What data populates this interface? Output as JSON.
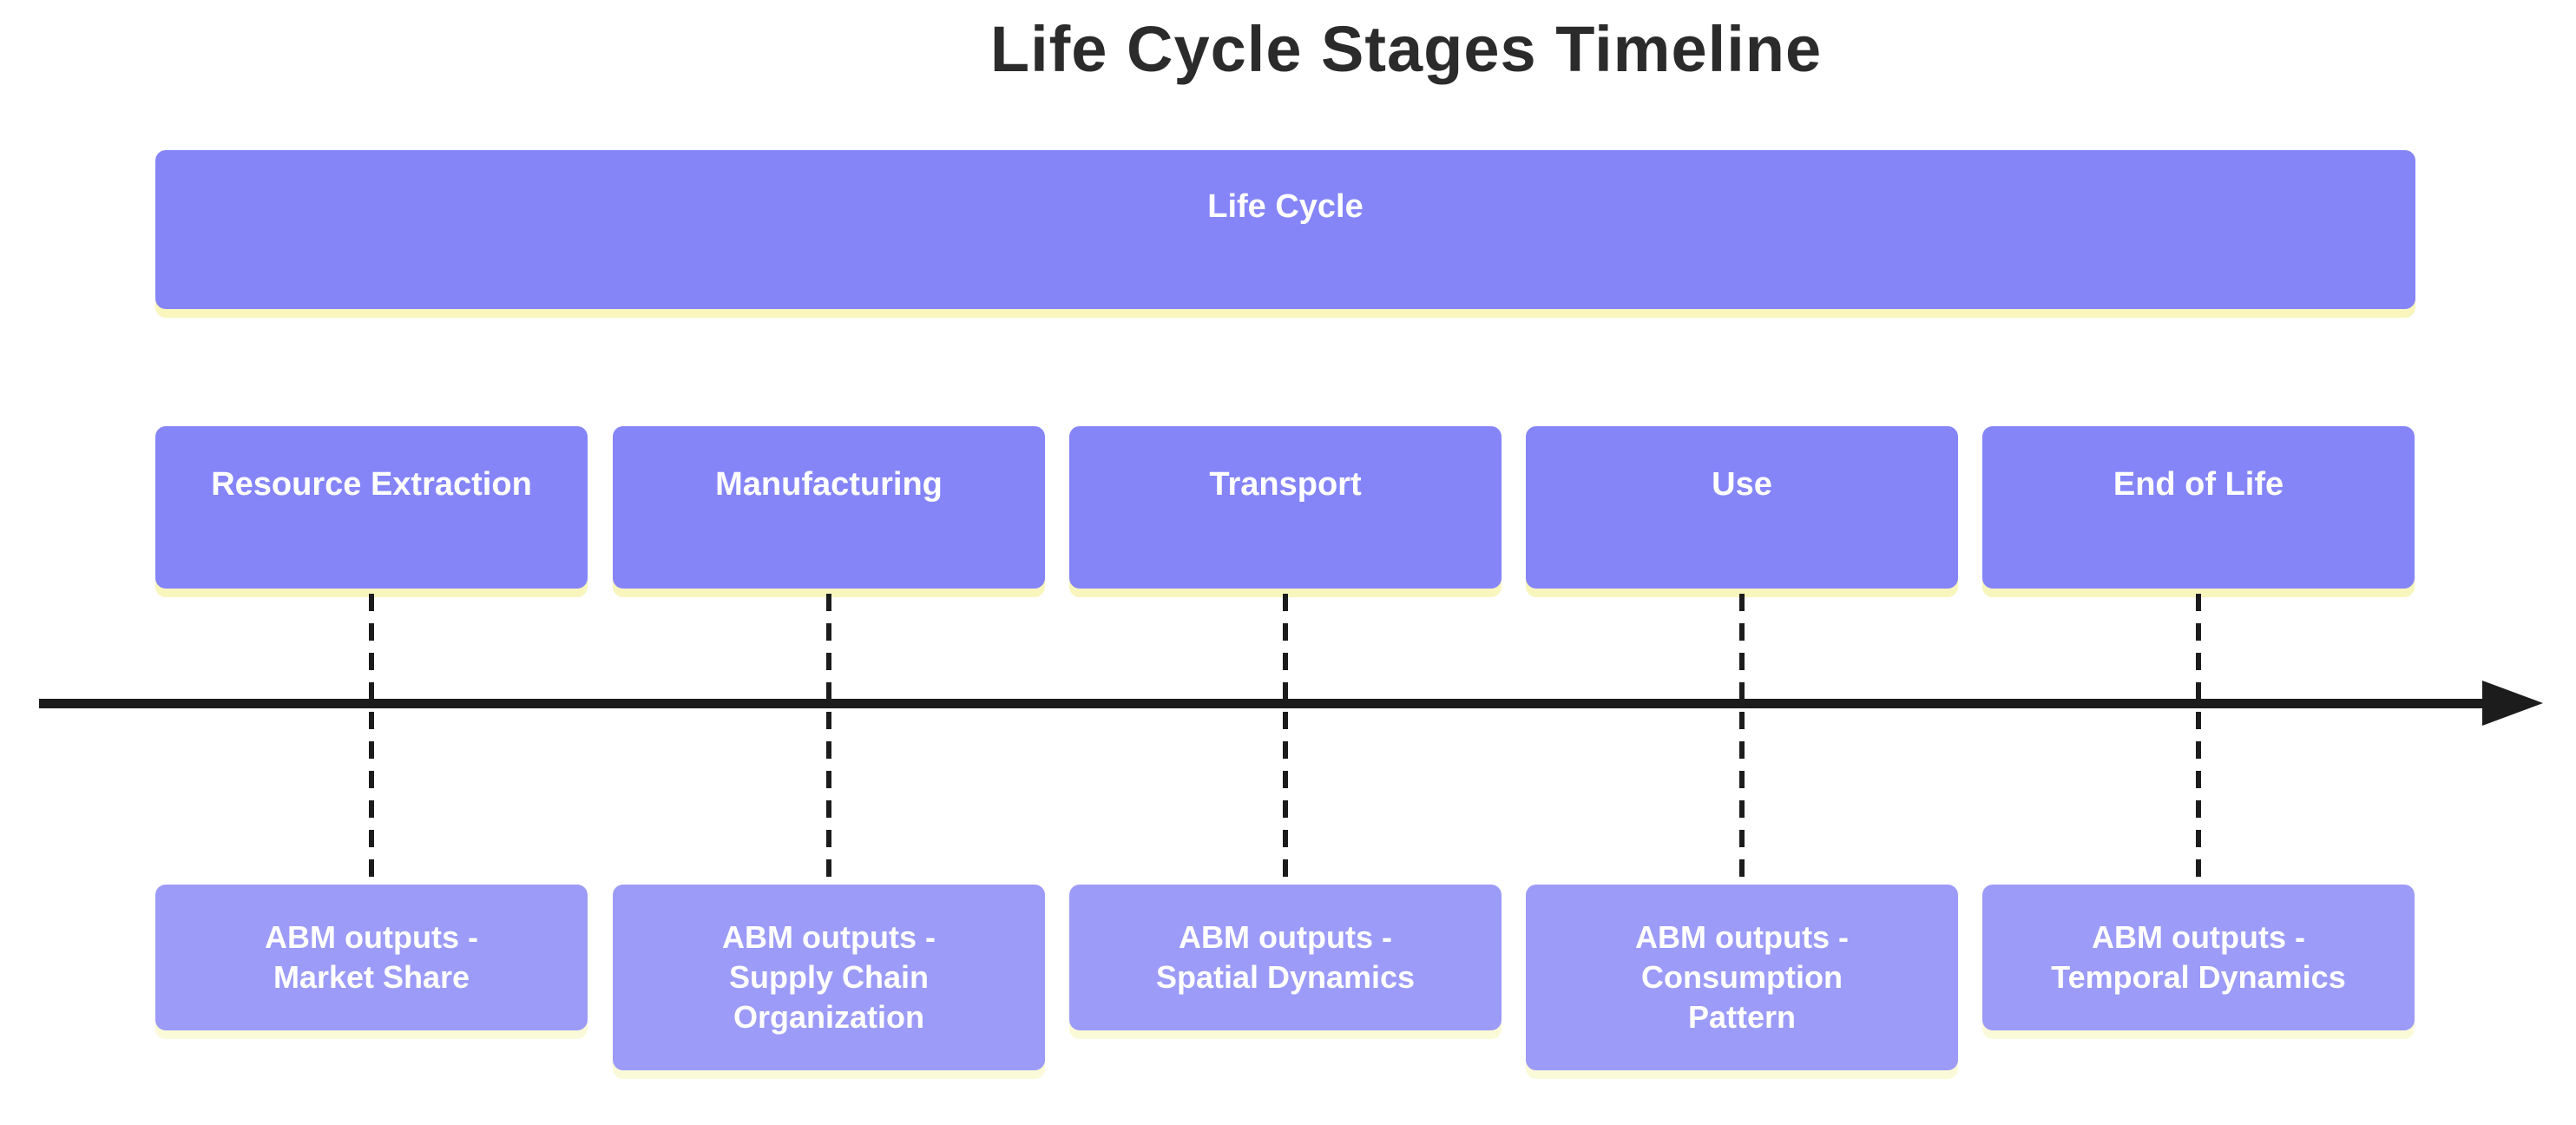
{
  "title": "Life Cycle Stages Timeline",
  "section": {
    "label": "Life Cycle"
  },
  "stages": [
    {
      "label": "Resource Extraction"
    },
    {
      "label": "Manufacturing"
    },
    {
      "label": "Transport"
    },
    {
      "label": "Use"
    },
    {
      "label": "End of Life"
    }
  ],
  "events": [
    {
      "label": "ABM outputs -\nMarket Share"
    },
    {
      "label": "ABM outputs -\nSupply Chain\nOrganization"
    },
    {
      "label": "ABM outputs -\nSpatial Dynamics"
    },
    {
      "label": "ABM outputs -\nConsumption\nPattern"
    },
    {
      "label": "ABM outputs -\nTemporal Dynamics"
    }
  ],
  "colors": {
    "section_fill": "#8585f8",
    "event_fill": "#9c9bf7",
    "section_shadow": "#f8f6bd",
    "event_shadow": "#fbfad8",
    "axis": "#1c1c1c",
    "title_text": "#2b2b2b",
    "label_text": "#ffffff"
  }
}
